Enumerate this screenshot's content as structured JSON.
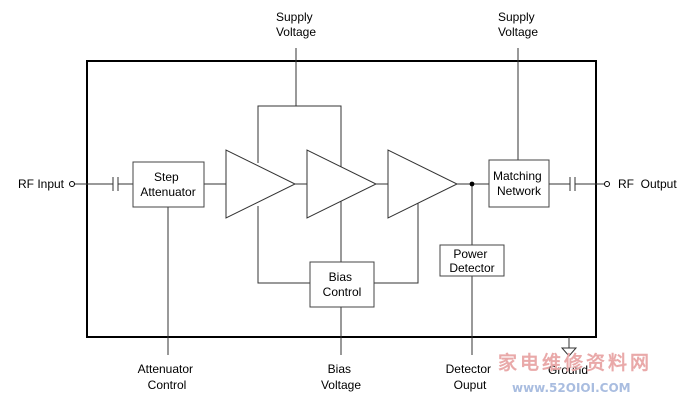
{
  "colors": {
    "line": "#000000",
    "wire": "#555555",
    "block_border": "#444444",
    "block_fill": "#ffffff",
    "watermark_red": "#e9a9a9",
    "watermark_blue": "#a9bde0"
  },
  "labels": {
    "supply_voltage_1": [
      "Supply",
      "Voltage"
    ],
    "supply_voltage_2": [
      "Supply",
      "Voltage"
    ],
    "rf_input": "RF Input",
    "rf_output": "RF  Output",
    "attenuator_control": [
      "Attenuator",
      "Control"
    ],
    "bias_voltage": [
      "Bias",
      "Voltage"
    ],
    "detector_output": [
      "Detector",
      "Ouput"
    ],
    "ground": "Ground"
  },
  "blocks": {
    "step_attenuator": [
      "Step",
      "Attenuator"
    ],
    "matching_network": [
      "Matching",
      "Network"
    ],
    "bias_control": [
      "Bias",
      "Control"
    ],
    "power_detector": [
      "Power",
      "Detector"
    ]
  },
  "amplifiers": [
    "amplifier-1",
    "amplifier-2",
    "amplifier-3"
  ],
  "watermark": {
    "text_cn": "家电维修资料网",
    "url": "www.52OIOI.COM"
  }
}
